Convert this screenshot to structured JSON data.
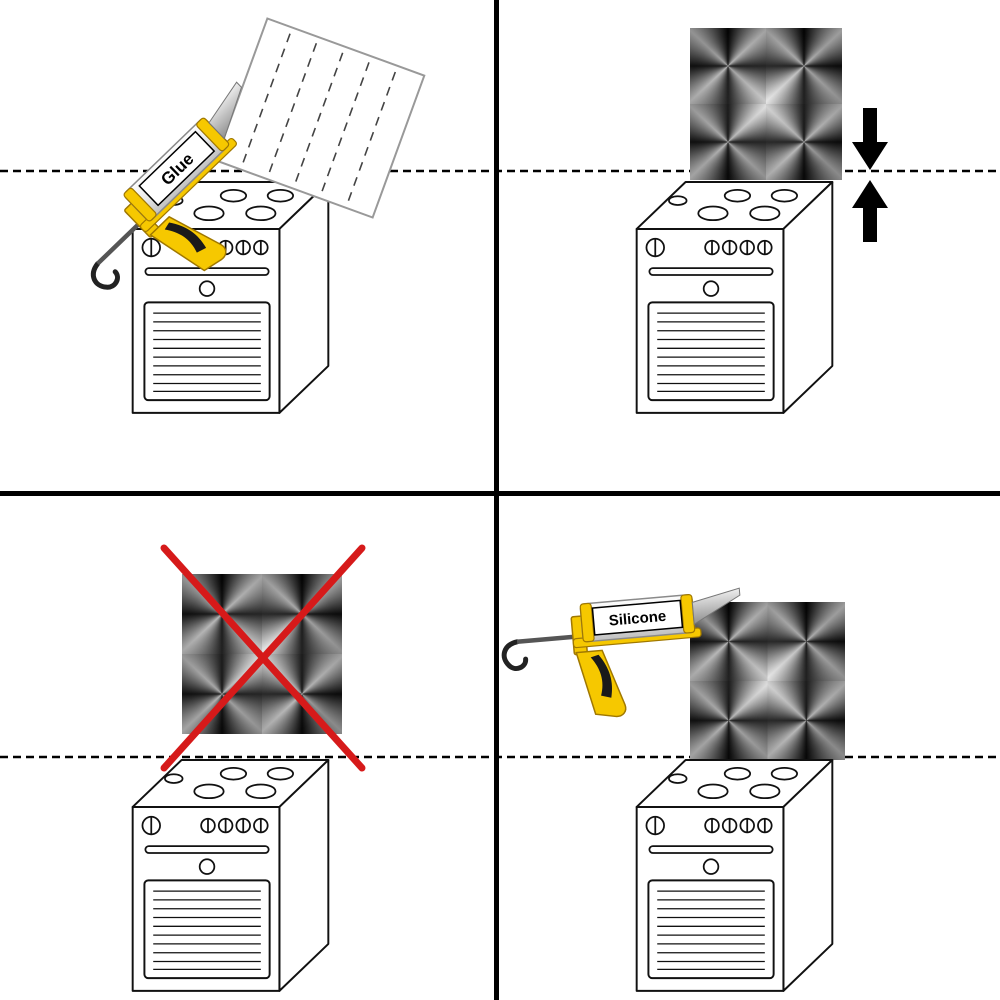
{
  "labels": {
    "glue_cartridge": "Glue",
    "silicone_cartridge": "Silicone"
  },
  "colors": {
    "gun_yellow": "#f6c800",
    "prohibition_red": "#d61a1a",
    "divider_black": "#000000",
    "panel_metal_dark": "#0a0a0a",
    "panel_metal_light": "#dddddd"
  },
  "icons": {
    "press_arrows": "opposing-vertical-arrows",
    "prohibition_cross": "red-x-cross",
    "wall_line": "dashed-level-line"
  }
}
